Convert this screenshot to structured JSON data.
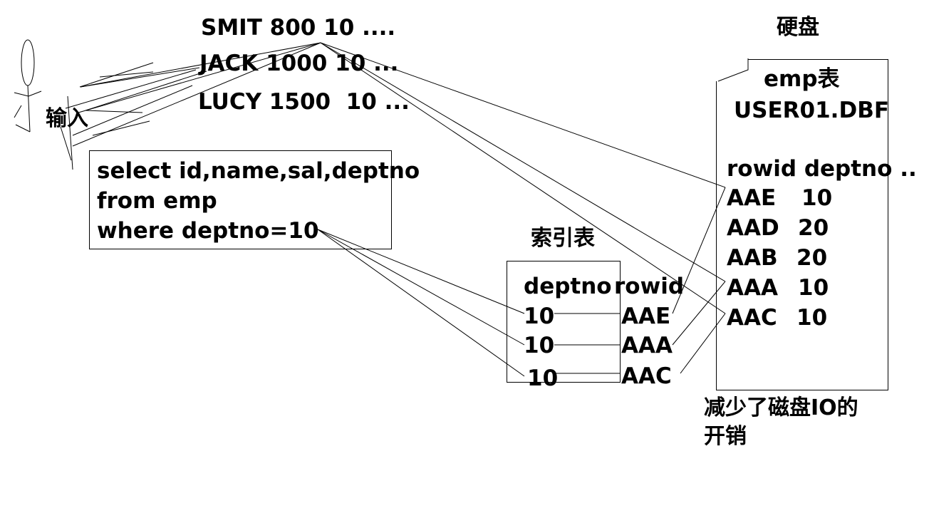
{
  "records": [
    "SMIT 800 10 ....",
    "JACK 1000 10 ...",
    "LUCY 1500  10 ..."
  ],
  "user_label": "输入",
  "sql_query": [
    "select id,name,sal,deptno",
    "from emp",
    "where deptno=10"
  ],
  "disk_label": "硬盘",
  "table_file": {
    "title": "emp表",
    "filename": "USER01.DBF",
    "header": "rowid deptno ..",
    "rows": [
      {
        "rowid": "AAE",
        "deptno": "10"
      },
      {
        "rowid": "AAD",
        "deptno": "20"
      },
      {
        "rowid": "AAB",
        "deptno": "20"
      },
      {
        "rowid": "AAA",
        "deptno": "10"
      },
      {
        "rowid": "AAC",
        "deptno": "10"
      }
    ]
  },
  "index_table": {
    "title": "索引表",
    "header_deptno": "deptno",
    "header_rowid": "rowid",
    "rows": [
      {
        "deptno": "10",
        "rowid": "AAE"
      },
      {
        "deptno": "10",
        "rowid": "AAA"
      },
      {
        "deptno": "10",
        "rowid": "AAC"
      }
    ]
  },
  "note": [
    "减少了磁盘IO的",
    "开销"
  ]
}
